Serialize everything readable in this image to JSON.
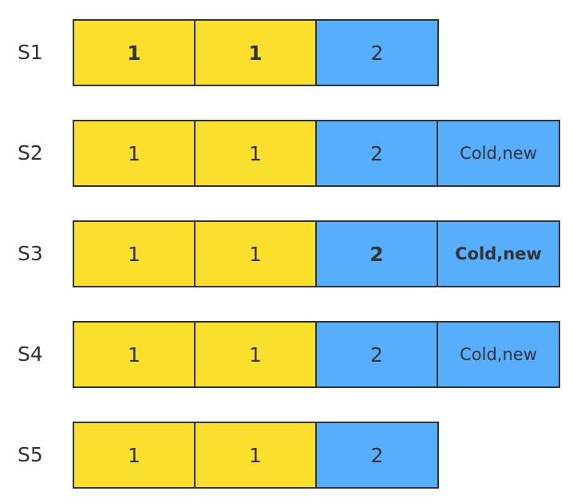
{
  "colors": {
    "term_1": "#fbdf2d",
    "term_2": "#56aefc",
    "border": "#333333",
    "text": "#333333"
  },
  "servers": [
    {
      "label": "S1",
      "entries": [
        {
          "text": "1",
          "term": 1,
          "bold": true
        },
        {
          "text": "1",
          "term": 1,
          "bold": true
        },
        {
          "text": "2",
          "term": 2,
          "bold": false
        }
      ]
    },
    {
      "label": "S2",
      "entries": [
        {
          "text": "1",
          "term": 1,
          "bold": false
        },
        {
          "text": "1",
          "term": 1,
          "bold": false
        },
        {
          "text": "2",
          "term": 2,
          "bold": false
        },
        {
          "text": "Cold,new",
          "term": 2,
          "bold": false
        }
      ]
    },
    {
      "label": "S3",
      "entries": [
        {
          "text": "1",
          "term": 1,
          "bold": false
        },
        {
          "text": "1",
          "term": 1,
          "bold": false
        },
        {
          "text": "2",
          "term": 2,
          "bold": true
        },
        {
          "text": "Cold,new",
          "term": 2,
          "bold": true
        }
      ]
    },
    {
      "label": "S4",
      "entries": [
        {
          "text": "1",
          "term": 1,
          "bold": false
        },
        {
          "text": "1",
          "term": 1,
          "bold": false
        },
        {
          "text": "2",
          "term": 2,
          "bold": false
        },
        {
          "text": "Cold,new",
          "term": 2,
          "bold": false
        }
      ]
    },
    {
      "label": "S5",
      "entries": [
        {
          "text": "1",
          "term": 1,
          "bold": false
        },
        {
          "text": "1",
          "term": 1,
          "bold": false
        },
        {
          "text": "2",
          "term": 2,
          "bold": false
        }
      ]
    }
  ]
}
